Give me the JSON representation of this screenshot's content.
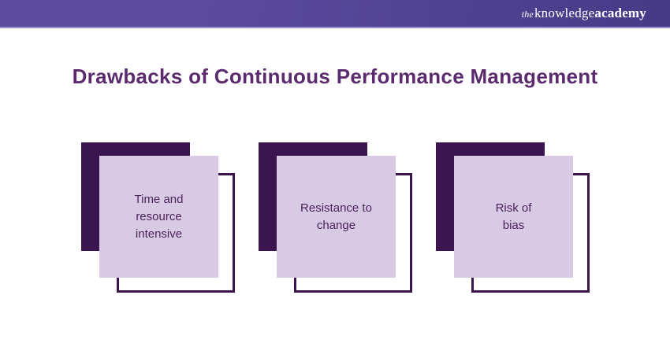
{
  "header": {
    "logo": {
      "the": "the",
      "knowledge": "knowledge",
      "academy": "academy"
    }
  },
  "title": "Drawbacks of Continuous Performance Management",
  "cards": [
    {
      "label": "Time and\nresource\nintensive"
    },
    {
      "label": "Resistance to\nchange"
    },
    {
      "label": "Risk of\nbias"
    }
  ],
  "colors": {
    "header_left": "#5b4ba0",
    "header_right": "#463a86",
    "header_edge": "#9a90d0",
    "title": "#5c2a6e",
    "dark_square": "#3a154f",
    "light_square": "#d8c9e4",
    "outline": "#3a154f",
    "card_text": "#4a2458"
  }
}
